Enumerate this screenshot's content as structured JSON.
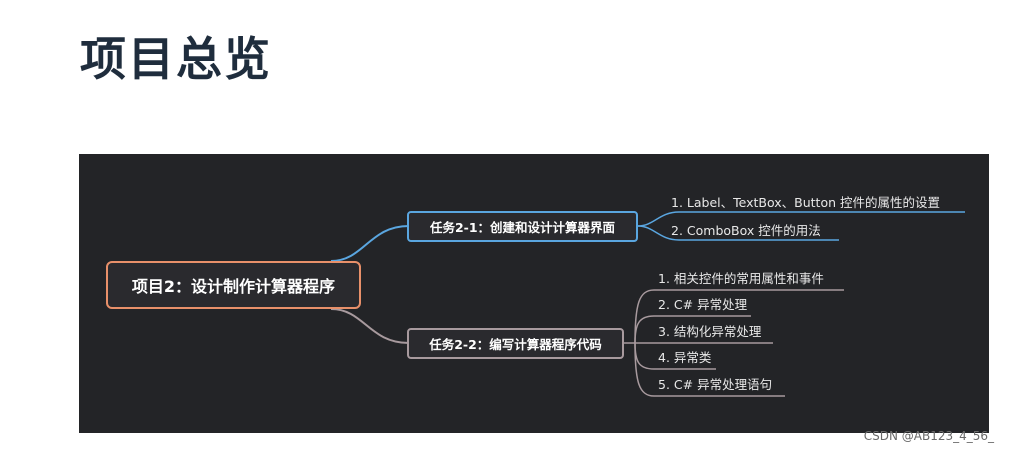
{
  "page": {
    "title": "项目总览",
    "watermark": "CSDN @AB123_4_56_"
  },
  "mindmap": {
    "root": "项目2：设计制作计算器程序",
    "branches": [
      {
        "label": "任务2-1：创建和设计计算器界面",
        "color": "#5aa6e0",
        "items": [
          "1. Label、TextBox、Button 控件的属性的设置",
          "2. ComboBox 控件的用法"
        ]
      },
      {
        "label": "任务2-2：编写计算器程序代码",
        "color": "#a89a9e",
        "items": [
          "1. 相关控件的常用属性和事件",
          "2. C# 异常处理",
          "3. 结构化异常处理",
          "4. 异常类",
          "5. C# 异常处理语句"
        ]
      }
    ],
    "colors": {
      "background": "#232427",
      "root_border": "#e8906a"
    }
  }
}
